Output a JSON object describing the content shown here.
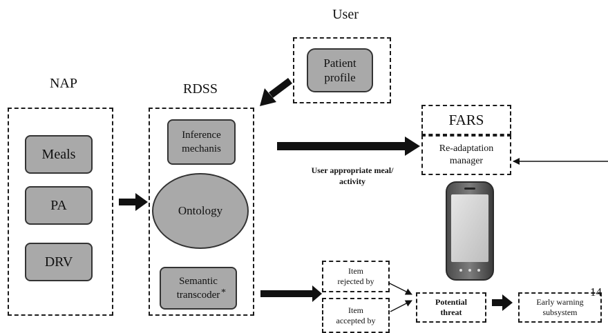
{
  "headings": {
    "user": "User",
    "nap": "NAP",
    "rdss": "RDSS"
  },
  "user": {
    "node": "Patient\nprofile"
  },
  "nap": {
    "items": [
      "Meals",
      "PA",
      "DRV"
    ]
  },
  "rdss": {
    "inference": "Inference\nmechanis",
    "ontology": "Ontology",
    "transcoder": "Semantic\ntranscoder",
    "transcoder_mark": "*"
  },
  "fars": {
    "title": "FARS",
    "manager": "Re-adaptation\nmanager"
  },
  "flow": {
    "meal_label": "User appropriate meal/\nactivity",
    "rejected": "Item\nrejected by",
    "accepted": "Item\naccepted by",
    "threat": "Potential\nthreat",
    "warning": "Early warning\nsubsystem",
    "page_number": "14"
  }
}
